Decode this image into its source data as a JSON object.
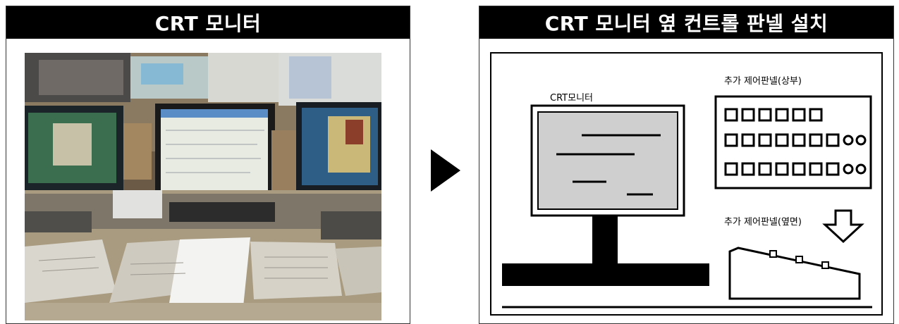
{
  "left_panel": {
    "title": "CRT 모니터"
  },
  "arrow_icon": "arrow-right-icon",
  "right_panel": {
    "title": "CRT 모니터 옆 컨트롤 판넬 설치",
    "diagram": {
      "monitor_label": "CRT모니터",
      "upper_panel_label": "추가 제어판넬(상부)",
      "side_panel_label": "추가 제어판넬(옆면)",
      "down_arrow_icon": "arrow-down-icon"
    }
  }
}
